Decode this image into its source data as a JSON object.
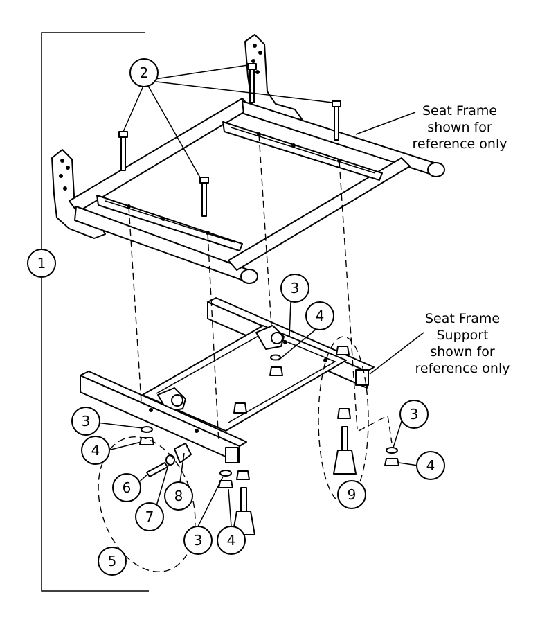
{
  "callouts": {
    "c1": "1",
    "c2": "2",
    "c3a": "3",
    "c3b": "3",
    "c3c": "3",
    "c3d": "3",
    "c4a": "4",
    "c4b": "4",
    "c4c": "4",
    "c4d": "4",
    "c5": "5",
    "c6": "6",
    "c7": "7",
    "c8": "8",
    "c9": "9"
  },
  "notes": {
    "seat_frame": [
      "Seat Frame",
      "shown for",
      "reference only"
    ],
    "seat_frame_support": [
      "Seat Frame",
      "Support",
      "shown for",
      "reference only"
    ]
  }
}
